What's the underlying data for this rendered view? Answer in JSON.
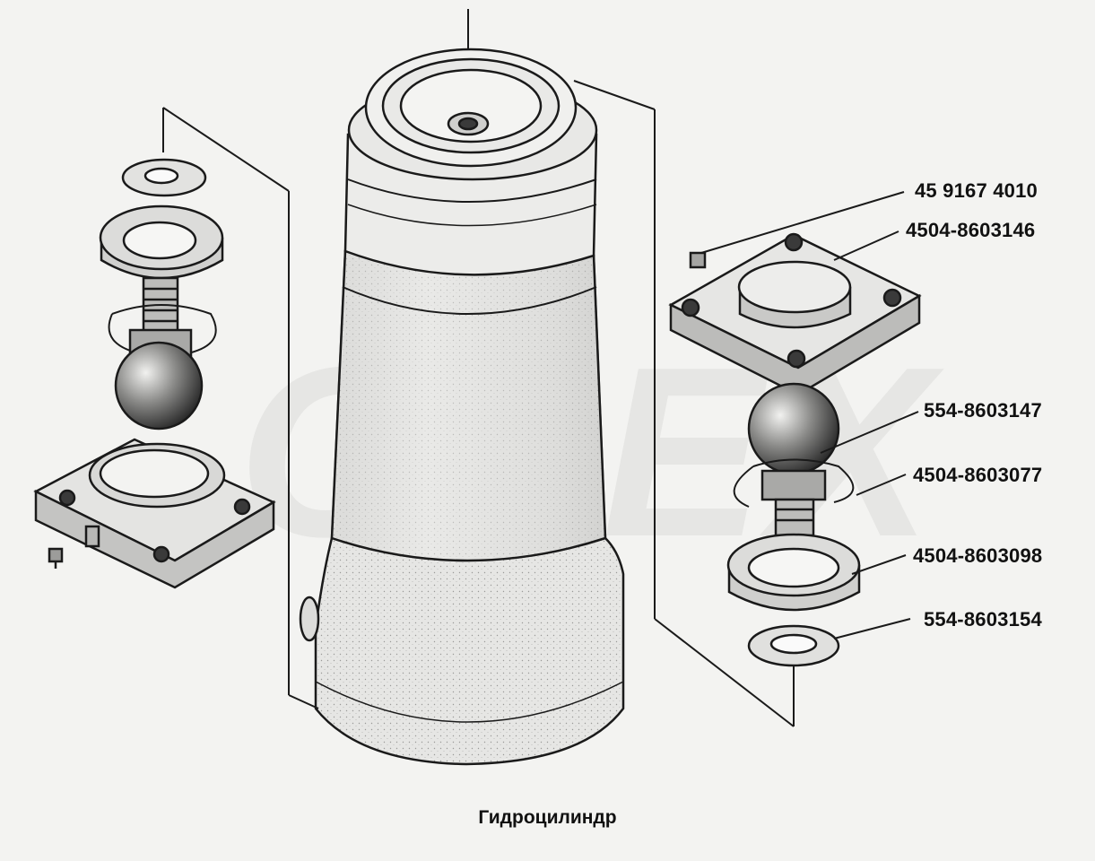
{
  "caption": "Гидроцилиндр",
  "watermark": "OPEX",
  "callouts": [
    {
      "id": "c1",
      "label": "45 9167 4010"
    },
    {
      "id": "c2",
      "label": "4504-8603146"
    },
    {
      "id": "c3",
      "label": "554-8603147"
    },
    {
      "id": "c4",
      "label": "4504-8603077"
    },
    {
      "id": "c5",
      "label": "4504-8603098"
    },
    {
      "id": "c6",
      "label": "554-8603154"
    }
  ],
  "icons": {
    "cylinder": "hydraulic-cylinder-icon",
    "left_assembly": "exploded-joint-assembly-icon",
    "right_assembly": "exploded-joint-assembly-icon"
  }
}
